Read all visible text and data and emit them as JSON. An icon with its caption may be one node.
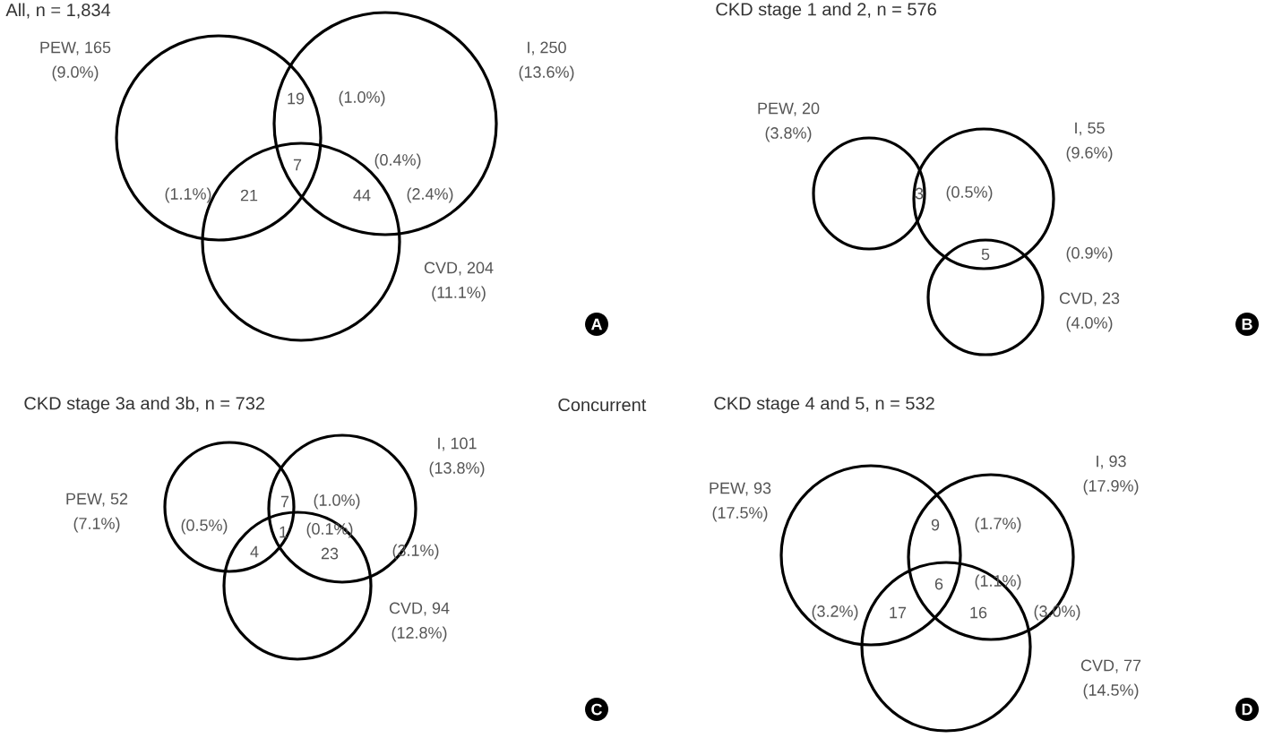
{
  "diagram": {
    "nodes": [
      {
        "text": [],
        "shape": "circle",
        "beside": [
          "PEW, 165",
          "(9.0%)"
        ]
      },
      {
        "text": [],
        "shape": "circle",
        "beside": [
          "I, 250",
          "(13.6%)"
        ]
      },
      {
        "text": [],
        "shape": "circle",
        "beside": [
          "CVD, 204",
          "(11.1%)"
        ]
      },
      {
        "text": [],
        "shape": "circle",
        "beside": [
          "PEW, 20",
          "(3.8%)"
        ]
      },
      {
        "text": [],
        "shape": "circle",
        "beside": [
          "I, 55",
          "(9.6%)"
        ]
      },
      {
        "text": [],
        "shape": "circle",
        "beside": [
          "CVD, 23",
          "(4.0%)"
        ]
      },
      {
        "text": [],
        "shape": "circle",
        "beside": [
          "PEW, 52",
          "(7.1%)"
        ]
      },
      {
        "text": [],
        "shape": "circle",
        "beside": [
          "I, 101",
          "(13.8%)"
        ]
      },
      {
        "text": [],
        "shape": "circle",
        "beside": [
          "CVD, 94",
          "(12.8%)"
        ]
      },
      {
        "text": [],
        "shape": "circle",
        "beside": [
          "PEW, 93",
          "(17.5%)"
        ]
      },
      {
        "text": [],
        "shape": "circle",
        "beside": [
          "I, 93",
          "(17.9%)"
        ]
      },
      {
        "text": [],
        "shape": "circle",
        "beside": [
          "CVD, 77",
          "(14.5%)"
        ]
      }
    ],
    "labels": [
      "All, n = 1,834",
      "CKD stage 1 and 2, n = 576",
      "19",
      "(1.0%)",
      "7",
      "(0.4%)",
      "(1.1%)",
      "21",
      "44",
      "(2.4%)",
      "A",
      "3",
      "(0.5%)",
      "5",
      "(0.9%)",
      "B",
      "CKD stage 3a and 3b, n = 732",
      "Concurrent",
      "CKD stage 4 and 5, n = 532",
      "7",
      "(1.0%)",
      "(0.5%)",
      "1",
      "(0.1%)",
      "4",
      "23",
      "(3.1%)",
      "C",
      "9",
      "(1.7%)",
      "6",
      "(1.1%)",
      "(3.2%)",
      "17",
      "16",
      "(3.0%)",
      "D"
    ]
  }
}
